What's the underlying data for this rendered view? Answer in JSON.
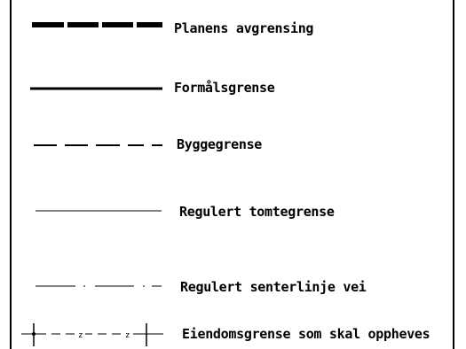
{
  "legend": {
    "items": [
      {
        "symbol": "thick-dashed-line",
        "label": "Planens avgrensing"
      },
      {
        "symbol": "thick-solid-line",
        "label": "Formålsgrense"
      },
      {
        "symbol": "medium-dashed-line",
        "label": "Byggegrense"
      },
      {
        "symbol": "thin-solid-line",
        "label": "Regulert tomtegrense"
      },
      {
        "symbol": "dash-dot-line",
        "label": "Regulert senterlinje vei"
      },
      {
        "symbol": "cross-dashed-z-line",
        "label": "Eiendomsgrense som skal oppheves"
      }
    ],
    "line_color": "#000000",
    "frame_color": "#000000"
  }
}
